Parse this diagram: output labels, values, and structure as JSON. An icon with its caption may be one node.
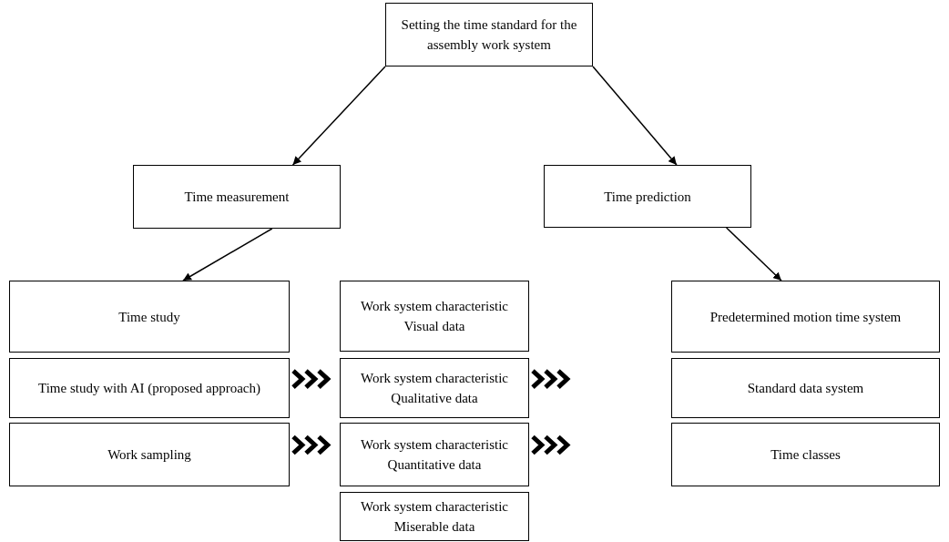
{
  "diagram": {
    "nodes": [
      {
        "text": [
          "Setting the time standard for the assembly work system"
        ]
      },
      {
        "text": [
          "Time measurement"
        ]
      },
      {
        "text": [
          "Time prediction"
        ]
      },
      {
        "text": [
          "Time study"
        ]
      },
      {
        "text": [
          "Work system characteristic Visual data"
        ]
      },
      {
        "text": [
          "Predetermined motion time system"
        ]
      },
      {
        "text": [
          "Time study with AI (proposed approach)"
        ]
      },
      {
        "text": [
          "Work system characteristic Qualitative data"
        ]
      },
      {
        "text": [
          "Standard data system"
        ]
      },
      {
        "text": [
          "Work sampling"
        ]
      },
      {
        "text": [
          "Work system characteristic Quantitative data"
        ]
      },
      {
        "text": [
          "Time classes"
        ]
      },
      {
        "text": [
          "Work system characteristic Miserable data"
        ]
      }
    ],
    "edges": [
      {
        "from": 0,
        "to": 1,
        "arrow": "to"
      },
      {
        "from": 0,
        "to": 2,
        "arrow": "to"
      },
      {
        "from": 1,
        "to": 3,
        "arrow": "to"
      },
      {
        "from": 2,
        "to": 5,
        "arrow": "to"
      },
      {
        "from": 6,
        "to": 7,
        "arrow": "to",
        "style": "thick"
      },
      {
        "from": 7,
        "to": 8,
        "arrow": "to",
        "style": "thick"
      },
      {
        "from": 9,
        "to": 10,
        "arrow": "to",
        "style": "thick"
      },
      {
        "from": 10,
        "to": 11,
        "arrow": "to",
        "style": "thick"
      }
    ]
  }
}
